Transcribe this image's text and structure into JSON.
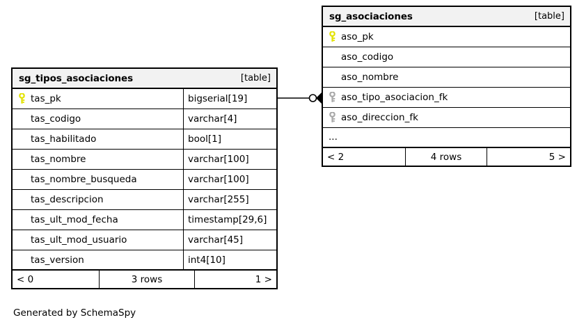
{
  "diagram": {
    "caption": "Generated by SchemaSpy",
    "table_tag": "[table]",
    "ellipsis": "...",
    "colors": {
      "primary_key": "#e8e800",
      "foreign_key": "#a0a0a0",
      "header_bg": "#f2f2f2",
      "border": "#000000",
      "background": "#ffffff"
    }
  },
  "tables": [
    {
      "name": "sg_tipos_asociaciones",
      "tag": "[table]",
      "columns": [
        {
          "key": "primary-key",
          "name": "tas_pk",
          "type": "bigserial[19]"
        },
        {
          "key": "none",
          "name": "tas_codigo",
          "type": "varchar[4]"
        },
        {
          "key": "none",
          "name": "tas_habilitado",
          "type": "bool[1]"
        },
        {
          "key": "none",
          "name": "tas_nombre",
          "type": "varchar[100]"
        },
        {
          "key": "none",
          "name": "tas_nombre_busqueda",
          "type": "varchar[100]"
        },
        {
          "key": "none",
          "name": "tas_descripcion",
          "type": "varchar[255]"
        },
        {
          "key": "none",
          "name": "tas_ult_mod_fecha",
          "type": "timestamp[29,6]"
        },
        {
          "key": "none",
          "name": "tas_ult_mod_usuario",
          "type": "varchar[45]"
        },
        {
          "key": "none",
          "name": "tas_version",
          "type": "int4[10]"
        }
      ],
      "footer": {
        "left": "< 0",
        "middle": "3 rows",
        "right": "1 >"
      }
    },
    {
      "name": "sg_asociaciones",
      "tag": "[table]",
      "columns": [
        {
          "key": "primary-key",
          "name": "aso_pk",
          "type": ""
        },
        {
          "key": "none",
          "name": "aso_codigo",
          "type": ""
        },
        {
          "key": "none",
          "name": "aso_nombre",
          "type": ""
        },
        {
          "key": "foreign-key",
          "name": "aso_tipo_asociacion_fk",
          "type": ""
        },
        {
          "key": "foreign-key",
          "name": "aso_direccion_fk",
          "type": ""
        }
      ],
      "has_ellipsis_row": true,
      "footer": {
        "left": "< 2",
        "middle": "4 rows",
        "right": "5 >"
      }
    }
  ],
  "relationship": {
    "from_table": "sg_tipos_asociaciones",
    "from_column": "tas_pk",
    "to_table": "sg_asociaciones",
    "to_column": "aso_tipo_asociacion_fk",
    "from_cardinality": "zero-or-one",
    "to_cardinality": "many"
  }
}
